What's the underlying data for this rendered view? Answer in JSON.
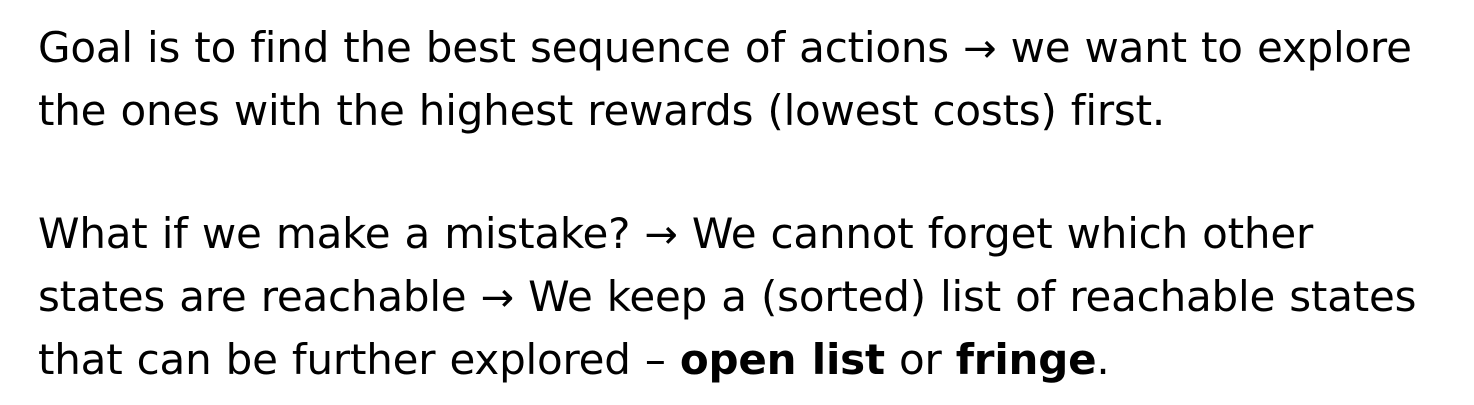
{
  "paragraph_1": {
    "line_1_a": "Goal is to find the best sequence of actions",
    "arrow": "→",
    "line_1_b": "we want to explore",
    "line_2": "the ones with the highest rewards (lowest costs) first."
  },
  "paragraph_2": {
    "line_1_a": "What if we make a mistake?",
    "arrow_1": "→",
    "line_1_b": "We cannot forget which other",
    "line_2_a": "states are reachable",
    "arrow_2": "→",
    "line_2_b": "We keep a (sorted) list of reachable states",
    "line_3_a": "that can be further explored – ",
    "term_1": "open list",
    "connector": "or",
    "term_2": "fringe",
    "period": "."
  }
}
